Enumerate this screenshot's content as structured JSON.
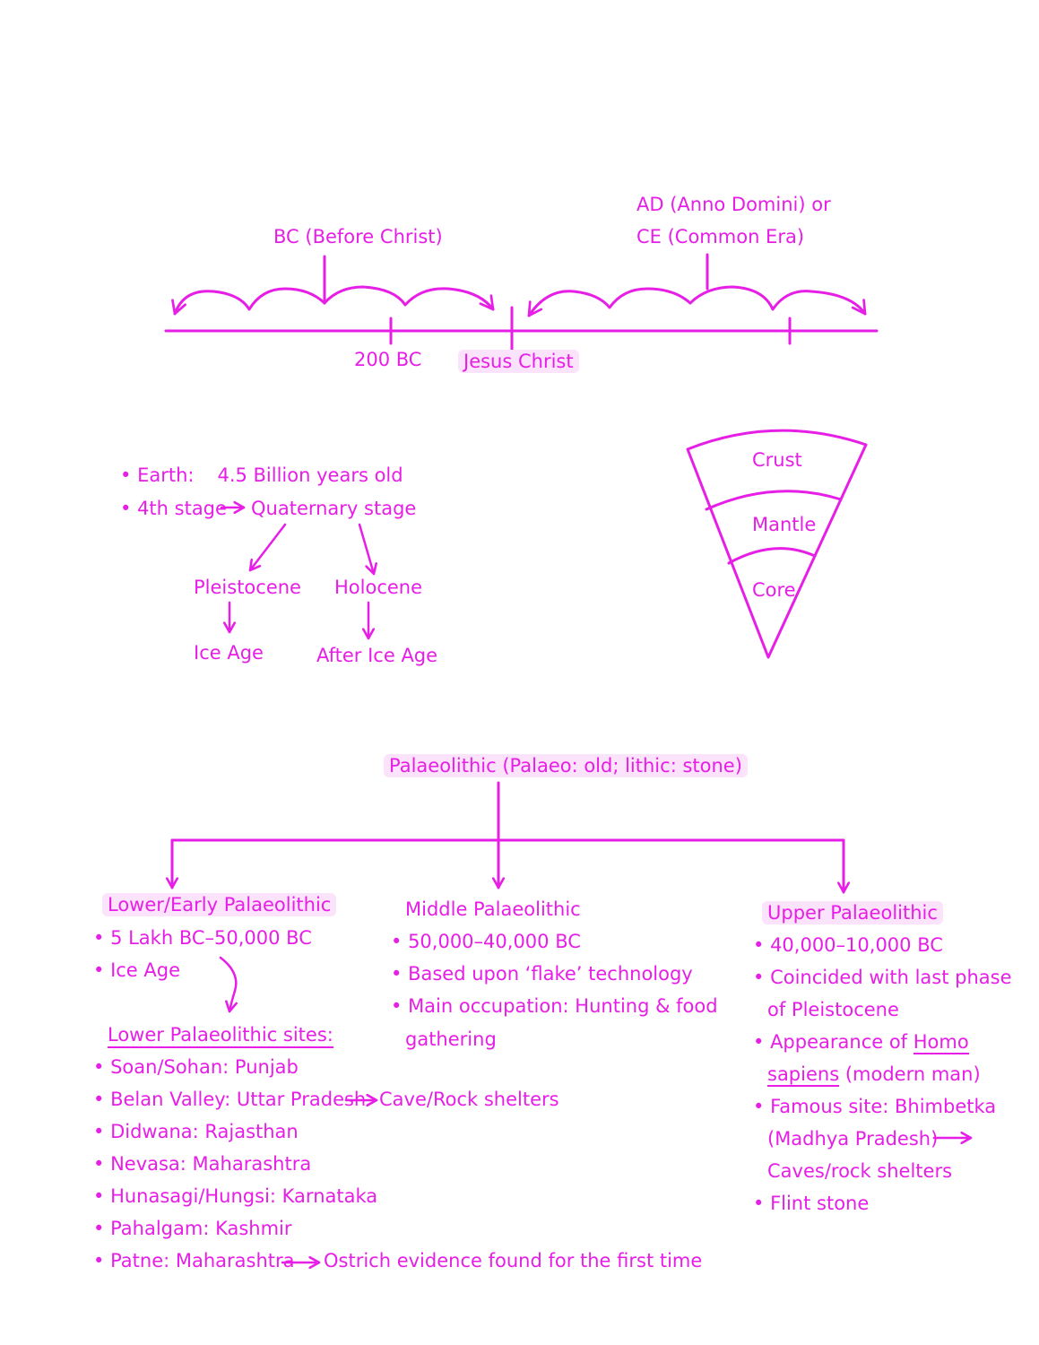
{
  "colors": {
    "ink": "#e61ee6",
    "highlight": "#fbe3fb",
    "background": "#ffffff"
  },
  "timeline": {
    "bc_label": "BC (Before Christ)",
    "ad_label_line1": "AD (Anno Domini) or",
    "ad_label_line2": "CE (Common Era)",
    "marker_200bc": "200 BC",
    "marker_jesus": "Jesus Christ"
  },
  "earth": {
    "age_label": "Earth:",
    "age_value": "4.5 Billion  years old",
    "stage_label": "4th stage",
    "stage_value": "Quaternary stage",
    "pleistocene": "Pleistocene",
    "holocene": "Holocene",
    "ice_age": "Ice Age",
    "after_ice_age": "After Ice Age"
  },
  "layers": {
    "crust": "Crust",
    "mantle": "Mantle",
    "core": "Core"
  },
  "palaeolithic": {
    "title": "Palaeolithic (Palaeo: old; lithic: stone)",
    "lower": {
      "heading": "Lower/Early Palaeolithic",
      "points": [
        "5 Lakh BC–50,000 BC",
        "Ice Age"
      ],
      "sites_heading": "Lower Palaeolithic sites:",
      "sites": [
        "Soan/Sohan: Punjab",
        "Belan Valley: Uttar Pradesh",
        "Didwana: Rajasthan",
        "Nevasa: Maharashtra",
        "Hunasagi/Hungsi: Karnataka",
        "Pahalgam: Kashmir",
        "Patne: Maharashtra"
      ],
      "belan_note": "Cave/Rock shelters",
      "patne_note": "Ostrich evidence found for the first time"
    },
    "middle": {
      "heading": "Middle Palaeolithic",
      "points": [
        "50,000–40,000 BC",
        "Based upon ‘flake’ technology",
        "Main occupation: Hunting & food"
      ],
      "continuation": "gathering"
    },
    "upper": {
      "heading": "Upper Palaeolithic",
      "p1": "40,000–10,000 BC",
      "p2_line1": "Coincided with last phase",
      "p2_line2": "of Pleistocene",
      "p3_pre": "Appearance of ",
      "p3_homo": "Homo",
      "p3_sapiens": "sapiens",
      "p3_post": " (modern man)",
      "p4_line1": "Famous site: Bhimbetka",
      "p4_line2": "(Madhya Pradesh)",
      "p4_line3": "Caves/rock shelters",
      "p5": "Flint stone"
    }
  }
}
